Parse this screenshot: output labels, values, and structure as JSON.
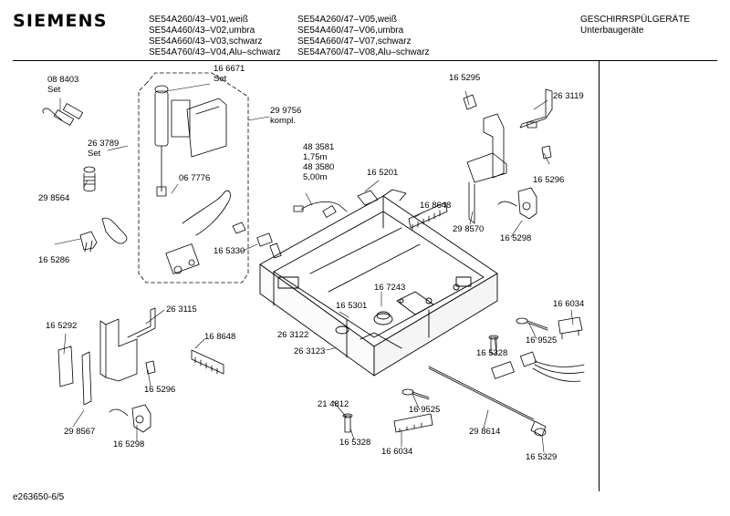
{
  "header": {
    "brand": "SIEMENS",
    "models_col1": [
      "SE54A260/43–V01,weiß",
      "SE54A460/43–V02,umbra",
      "SE54A660/43–V03,schwarz",
      "SE54A760/43–V04,Alu–schwarz"
    ],
    "models_col2": [
      "SE54A260/47–V05,weiß",
      "SE54A460/47–V06,umbra",
      "SE54A660/47–V07,schwarz",
      "SE54A760/47–V08,Alu–schwarz"
    ],
    "category": "GESCHIRRSPÜLGERÄTE",
    "subcategory": "Unterbaugeräte"
  },
  "footer": {
    "doc_id": "e263650-6/5"
  },
  "parts": {
    "p088403": "08 8403",
    "p088403_note": "Set",
    "p166671": "16 6671",
    "p166671_note": "Set",
    "p299756": "29 9756",
    "p299756_note": "kompl.",
    "p263789": "26 3789",
    "p263789_note": "Set",
    "p067776": "06 7776",
    "p298564": "29 8564",
    "p165286": "16 5286",
    "p483581": "48 3581",
    "p483581_note": "1,75m",
    "p483580": "48 3580",
    "p483580_note": "5,00m",
    "p165201": "16 5201",
    "p165295": "16 5295",
    "p263119": "26 3119",
    "p165296_r": "16 5296",
    "p168648_r": "16 8648",
    "p298570": "29 8570",
    "p165298_r": "16 5298",
    "p165330": "16 5330",
    "p165292": "16 5292",
    "p263115": "26 3115",
    "p167243": "16 7243",
    "p165301": "16 5301",
    "p263122": "26 3122",
    "p263123": "26 3123",
    "p168648_l": "16 8648",
    "p165296_l": "16 5296",
    "p298567": "29 8567",
    "p165298_l": "16 5298",
    "p166034_r": "16 6034",
    "p169525_r": "16 9525",
    "p165328_r": "16 5328",
    "p214812": "21 4812",
    "p169525_b": "16 9525",
    "p298614": "29 8614",
    "p165328_b": "16 5328",
    "p166034_b": "16 6034",
    "p165329": "16 5329"
  }
}
